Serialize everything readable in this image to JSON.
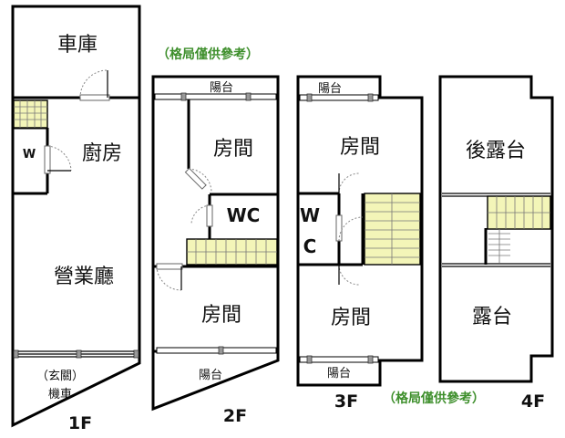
{
  "notes": {
    "top": "（格局僅供參考）",
    "bottom": "（格局僅供參考）"
  },
  "floors": {
    "f1": {
      "tag": "1F",
      "garage": "車庫",
      "kitchen": "廚房",
      "w": "W",
      "hall": "營業廳",
      "entry_1": "（玄關）",
      "entry_2": "機車"
    },
    "f2": {
      "tag": "2F",
      "balcony_top": "陽台",
      "room_top": "房間",
      "wc": "WC",
      "room_bottom": "房間",
      "balcony_bottom": "陽台"
    },
    "f3": {
      "tag": "3F",
      "balcony_top": "陽台",
      "room_top": "房間",
      "wc_w": "W",
      "wc_c": "C",
      "room_bottom": "房間",
      "balcony_bottom": "陽台"
    },
    "f4": {
      "tag": "4F",
      "rear_terrace": "後露台",
      "terrace": "露台"
    }
  }
}
